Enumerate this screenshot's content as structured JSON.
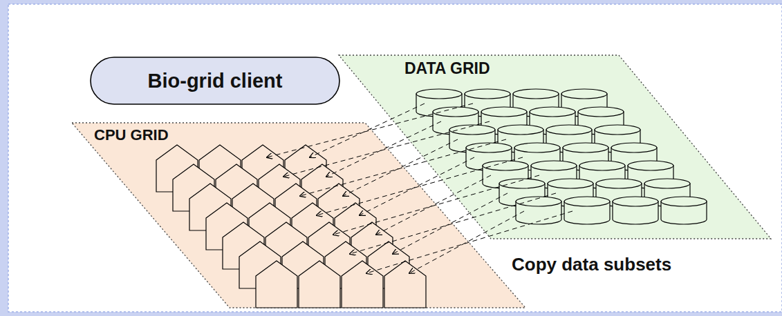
{
  "diagram": {
    "nodes": [
      {
        "text": [
          "Bio-grid client"
        ]
      },
      {
        "text": [
          "DATA GRID"
        ]
      },
      {
        "text": [
          "CPU GRID"
        ]
      }
    ],
    "labels": [
      "Copy data subsets"
    ]
  }
}
